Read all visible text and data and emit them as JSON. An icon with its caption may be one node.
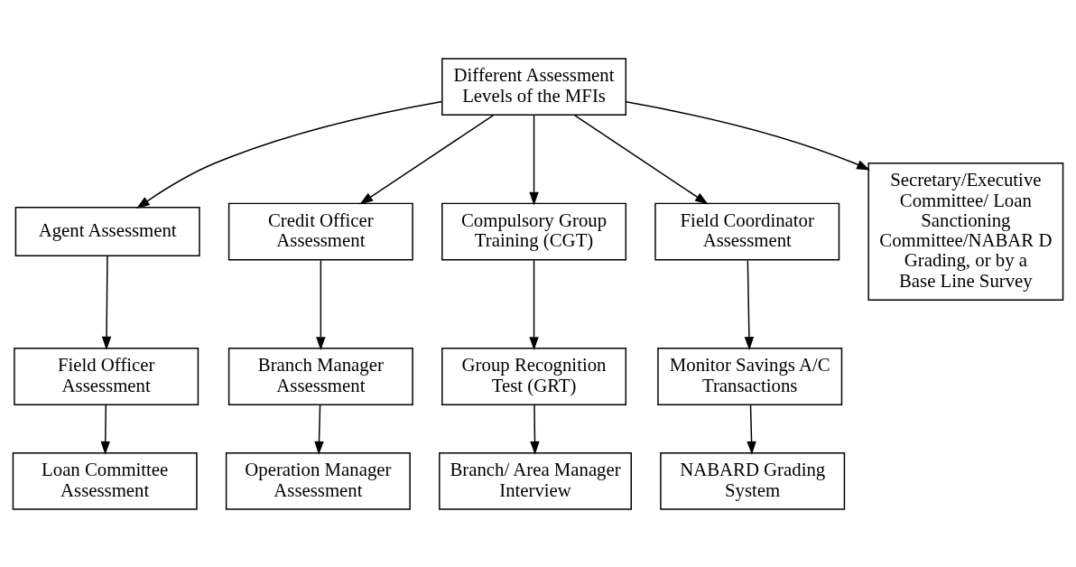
{
  "diagram": {
    "nodes": [
      {
        "text": [
          "Different Assessment Levels of the MFIs"
        ]
      },
      {
        "text": [
          "Agent Assessment"
        ]
      },
      {
        "text": [
          "Credit Officer Assessment"
        ]
      },
      {
        "text": [
          "Compulsory Group Training (CGT)"
        ]
      },
      {
        "text": [
          "Field Coordinator Assessment"
        ]
      },
      {
        "text": [
          "Secretary/Executive Committee/ Loan Sanctioning Committee/NABAR D Grading, or by a Base Line Survey"
        ]
      },
      {
        "text": [
          "Field Officer Assessment"
        ]
      },
      {
        "text": [
          "Branch Manager Assessment"
        ]
      },
      {
        "text": [
          "Group Recognition Test (GRT)"
        ]
      },
      {
        "text": [
          "Monitor Savings A/C Transactions"
        ]
      },
      {
        "text": [
          "Loan Committee Assessment"
        ]
      },
      {
        "text": [
          "Operation Manager Assessment"
        ]
      },
      {
        "text": [
          "Branch/ Area Manager Interview"
        ]
      },
      {
        "text": [
          "NABARD Grading System"
        ]
      }
    ],
    "edges": [
      {
        "from": 0,
        "to": 1,
        "arrow": "to"
      },
      {
        "from": 0,
        "to": 2,
        "arrow": "to"
      },
      {
        "from": 0,
        "to": 3,
        "arrow": "to"
      },
      {
        "from": 0,
        "to": 4,
        "arrow": "to"
      },
      {
        "from": 0,
        "to": 5,
        "arrow": "to"
      },
      {
        "from": 1,
        "to": 6,
        "arrow": "to"
      },
      {
        "from": 6,
        "to": 10,
        "arrow": "to"
      },
      {
        "from": 2,
        "to": 7,
        "arrow": "to"
      },
      {
        "from": 7,
        "to": 11,
        "arrow": "to"
      },
      {
        "from": 3,
        "to": 8,
        "arrow": "to"
      },
      {
        "from": 8,
        "to": 12,
        "arrow": "to"
      },
      {
        "from": 4,
        "to": 9,
        "arrow": "to"
      },
      {
        "from": 9,
        "to": 13,
        "arrow": "to"
      }
    ]
  }
}
